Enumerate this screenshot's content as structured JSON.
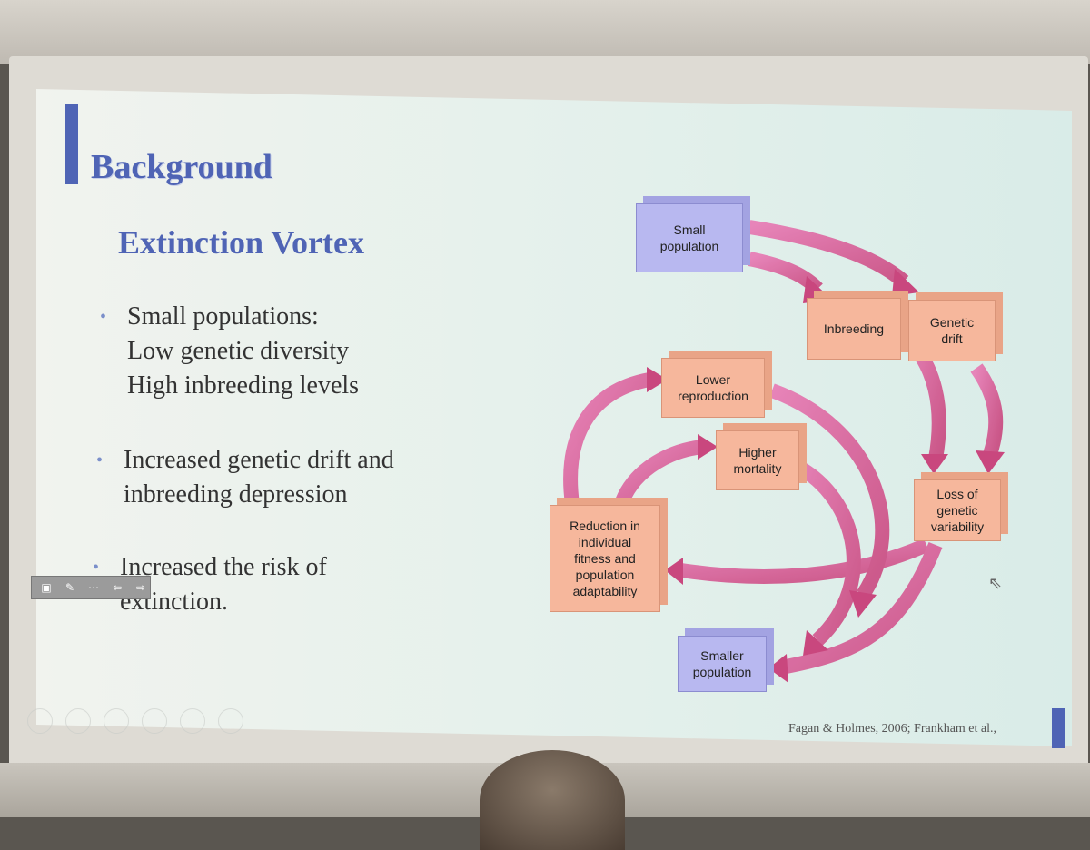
{
  "slide": {
    "title": "Background",
    "subtitle": "Extinction Vortex",
    "bullets": [
      {
        "lines": [
          "Small populations:",
          "Low genetic diversity",
          "High inbreeding levels"
        ]
      },
      {
        "lines": [
          "Increased genetic drift and",
          "inbreeding depression"
        ]
      },
      {
        "lines": [
          "Increased the risk of",
          "extinction."
        ]
      }
    ],
    "citation": "Fagan & Holmes, 2006; Frankham et al.,"
  },
  "diagram": {
    "nodes": [
      {
        "id": "small_population",
        "label": "Small\npopulation",
        "color": "purple"
      },
      {
        "id": "inbreeding",
        "label": "Inbreeding",
        "color": "orange"
      },
      {
        "id": "genetic_drift",
        "label": "Genetic\ndrift",
        "color": "orange"
      },
      {
        "id": "lower_reproduction",
        "label": "Lower\nreproduction",
        "color": "orange"
      },
      {
        "id": "higher_mortality",
        "label": "Higher\nmortality",
        "color": "orange"
      },
      {
        "id": "loss_genetic_variability",
        "label": "Loss of\ngenetic\nvariability",
        "color": "orange"
      },
      {
        "id": "reduction_fitness",
        "label": "Reduction in\nindividual\nfitness and\npopulation\nadaptability",
        "color": "orange"
      },
      {
        "id": "smaller_population",
        "label": "Smaller\npopulation",
        "color": "purple"
      }
    ],
    "arrow_color": "#d9609a"
  },
  "toolbar": {
    "buttons": [
      "slide-icon",
      "pen-icon",
      "menu-icon",
      "back-arrow-icon",
      "forward-arrow-icon"
    ]
  }
}
